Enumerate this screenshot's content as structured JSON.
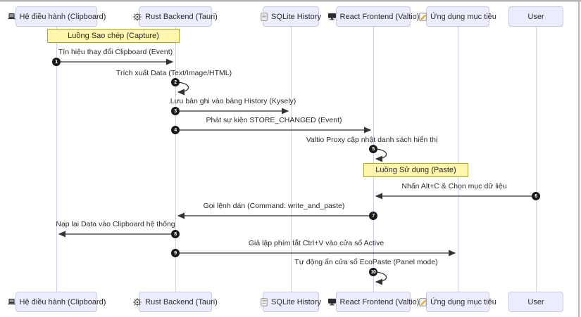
{
  "diagram_type": "sequence",
  "participants": [
    {
      "label": "Hệ điều hành (Clipboard)",
      "icon": "laptop-icon"
    },
    {
      "label": "Rust Backend (Tauri)",
      "icon": "gear-icon"
    },
    {
      "label": "SQLite History",
      "icon": "document-icon"
    },
    {
      "label": "React Frontend (Valtio)",
      "icon": "monitor-icon"
    },
    {
      "label": "Ứng dụng mục tiêu",
      "icon": "memo-icon"
    },
    {
      "label": "User",
      "icon": "none"
    }
  ],
  "sections": [
    {
      "label": "Luồng Sao chép (Capture)"
    },
    {
      "label": "Luồng Sử dụng (Paste)"
    }
  ],
  "messages": [
    {
      "num": "1",
      "text": "Tín hiệu thay đổi Clipboard (Event)",
      "from": "Hệ điều hành (Clipboard)",
      "to": "Rust Backend (Tauri)",
      "type": "arrow"
    },
    {
      "num": "2",
      "text": "Trích xuất Data (Text/Image/HTML)",
      "from": "Rust Backend (Tauri)",
      "to": "Rust Backend (Tauri)",
      "type": "self"
    },
    {
      "num": "3",
      "text": "Lưu bản ghi vào bảng History (Kysely)",
      "from": "Rust Backend (Tauri)",
      "to": "SQLite History",
      "type": "arrow"
    },
    {
      "num": "4",
      "text": "Phát sự kiện STORE_CHANGED (Event)",
      "from": "Rust Backend (Tauri)",
      "to": "React Frontend (Valtio)",
      "type": "arrow"
    },
    {
      "num": "5",
      "text": "Valtio Proxy cập nhật danh sách hiển thị",
      "from": "React Frontend (Valtio)",
      "to": "React Frontend (Valtio)",
      "type": "self"
    },
    {
      "num": "6",
      "text": "Nhấn Alt+C & Chọn mục dữ liệu",
      "from": "User",
      "to": "React Frontend (Valtio)",
      "type": "arrow"
    },
    {
      "num": "7",
      "text": "Gọi lệnh dán (Command: write_and_paste)",
      "from": "React Frontend (Valtio)",
      "to": "Rust Backend (Tauri)",
      "type": "arrow"
    },
    {
      "num": "8",
      "text": "Nạp lại Data vào Clipboard hệ thống",
      "from": "Rust Backend (Tauri)",
      "to": "Hệ điều hành (Clipboard)",
      "type": "arrow"
    },
    {
      "num": "9",
      "text": "Giả lập phím tắt Ctrl+V vào cửa sổ Active",
      "from": "Rust Backend (Tauri)",
      "to": "Ứng dụng mục tiêu",
      "type": "arrow"
    },
    {
      "num": "10",
      "text": "Tự động ẩn cửa sổ EcoPaste (Panel mode)",
      "from": "React Frontend (Valtio)",
      "to": "React Frontend (Valtio)",
      "type": "self"
    }
  ],
  "colors": {
    "actor_fill": "#ececff",
    "actor_border": "#c9c9ea",
    "section_fill": "#fff5ad",
    "section_border": "#aaaa33",
    "lifeline": "#d0d0f0",
    "arrow": "#333333",
    "badge_bg": "#1a1a1a",
    "text": "#2b2b2b"
  }
}
